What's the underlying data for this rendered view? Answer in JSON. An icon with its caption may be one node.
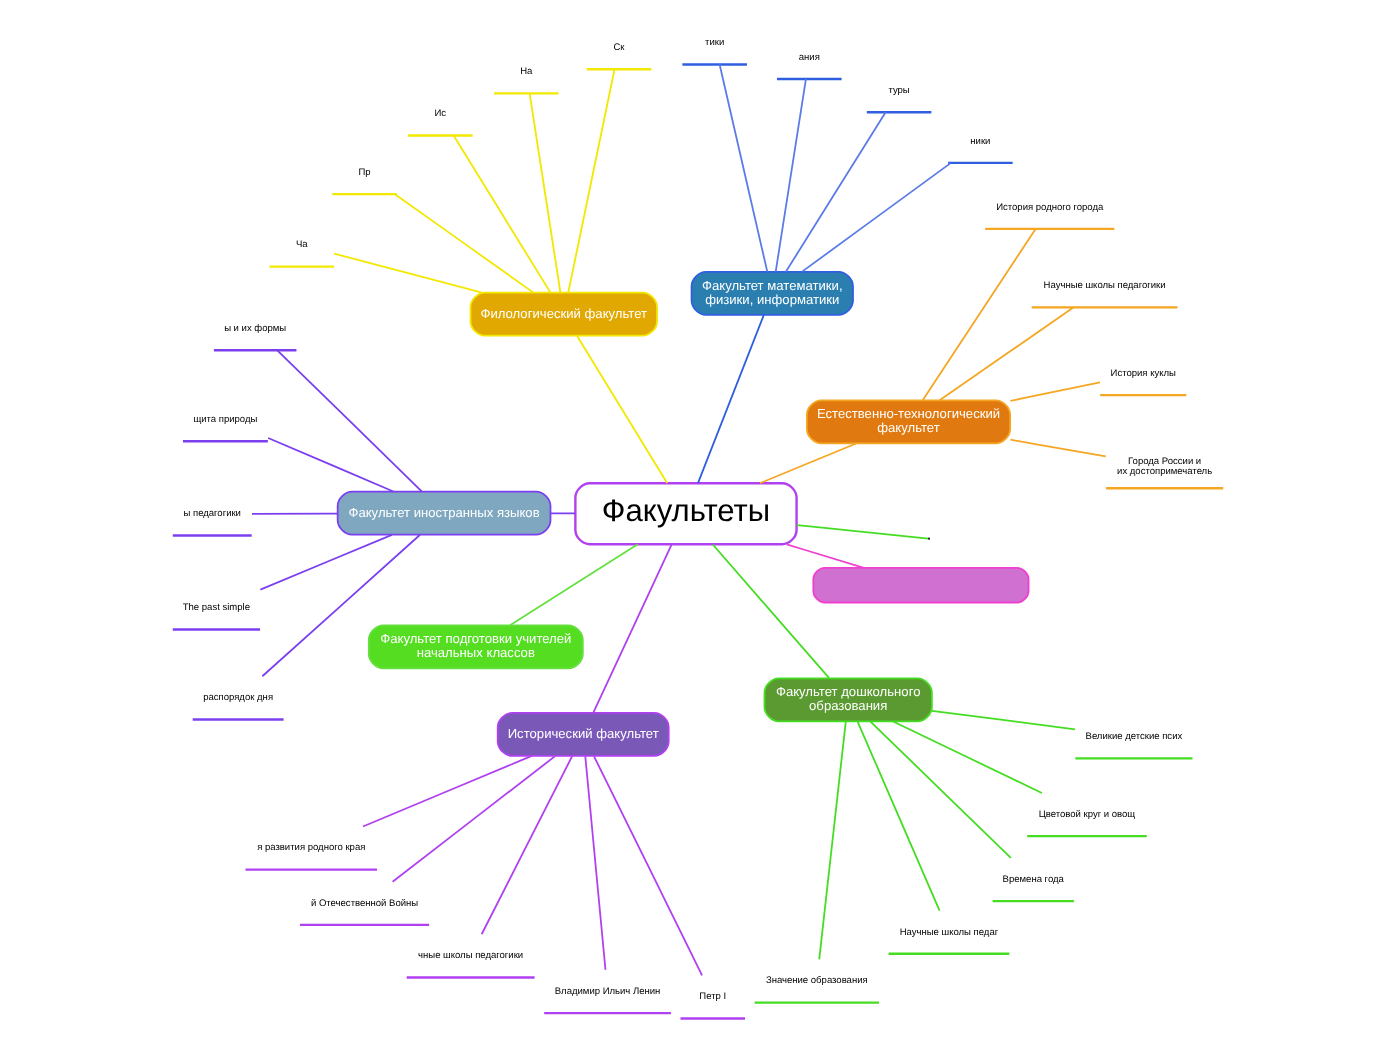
{
  "diagram": {
    "nodes": [
      {
        "text": [
          "Факультеты"
        ]
      },
      {
        "text": [
          "Естественно-технологический факультет"
        ]
      },
      {
        "text": [
          "Города России и их достопримечатель"
        ]
      },
      {
        "text": [
          "История куклы"
        ]
      },
      {
        "text": [
          "Научные школы педагогики"
        ]
      },
      {
        "text": [
          "История родного города"
        ]
      },
      {
        "text": [
          "Факультет математики, физики, информатики"
        ]
      },
      {
        "text": [
          "ники"
        ]
      },
      {
        "text": [
          "туры"
        ]
      },
      {
        "text": [
          "ания"
        ]
      },
      {
        "text": [
          "тики"
        ]
      },
      {
        "text": [
          "Филологический факультет"
        ]
      },
      {
        "text": [
          "Ск"
        ]
      },
      {
        "text": [
          "На"
        ]
      },
      {
        "text": [
          "Ис"
        ]
      },
      {
        "text": [
          "Пр"
        ]
      },
      {
        "text": [
          "Ча"
        ]
      },
      {
        "text": [
          "Факультет иностранных языков"
        ]
      },
      {
        "text": [
          "ы и их формы"
        ]
      },
      {
        "text": [
          "щита природы"
        ]
      },
      {
        "text": [
          "ы педагогики"
        ]
      },
      {
        "text": [
          "The past simple"
        ]
      },
      {
        "text": [
          "распорядок дня"
        ]
      },
      {
        "text": [
          "Факультет подготовки учителей начальных классов"
        ]
      },
      {
        "text": [
          "Исторический факультет"
        ]
      },
      {
        "text": [
          "я развития родного края"
        ]
      },
      {
        "text": [
          "й Отечественной Войны"
        ]
      },
      {
        "text": [
          "чные школы педагогики"
        ]
      },
      {
        "text": [
          "Владимир Ильич Ленин"
        ]
      },
      {
        "text": [
          "Петр I"
        ]
      },
      {
        "text": [
          "Факультет дошкольного образования"
        ]
      },
      {
        "text": [
          "Значение образования"
        ]
      },
      {
        "text": [
          "Научные школы педаг"
        ]
      },
      {
        "text": [
          "Времена года"
        ]
      },
      {
        "text": [
          "Цветовой круг и овощ"
        ]
      },
      {
        "text": [
          "Великие детские псих"
        ]
      },
      {
        "text": [],
        "shape": "box"
      }
    ],
    "edges": [
      {
        "from": 0,
        "to": 1,
        "arrow": "none",
        "color": "#f5a623"
      },
      {
        "from": 1,
        "to": 2,
        "arrow": "none",
        "color": "#f5a623"
      },
      {
        "from": 1,
        "to": 3,
        "arrow": "none",
        "color": "#f5a623"
      },
      {
        "from": 1,
        "to": 4,
        "arrow": "none",
        "color": "#f5a623"
      },
      {
        "from": 1,
        "to": 5,
        "arrow": "none",
        "color": "#f5a623"
      },
      {
        "from": 0,
        "to": 6,
        "arrow": "none",
        "color": "#2f5fe0"
      },
      {
        "from": 6,
        "to": 7,
        "arrow": "none",
        "color": "#5b7be8"
      },
      {
        "from": 6,
        "to": 8,
        "arrow": "none",
        "color": "#5b7be8"
      },
      {
        "from": 6,
        "to": 9,
        "arrow": "none",
        "color": "#5b7be8"
      },
      {
        "from": 6,
        "to": 10,
        "arrow": "none",
        "color": "#5b7be8"
      },
      {
        "from": 0,
        "to": 11,
        "arrow": "none",
        "color": "#f2e800"
      },
      {
        "from": 11,
        "to": 12,
        "arrow": "none",
        "color": "#f2e800"
      },
      {
        "from": 11,
        "to": 13,
        "arrow": "none",
        "color": "#f2e800"
      },
      {
        "from": 11,
        "to": 14,
        "arrow": "none",
        "color": "#f2e800"
      },
      {
        "from": 11,
        "to": 15,
        "arrow": "none",
        "color": "#f2e800"
      },
      {
        "from": 11,
        "to": 16,
        "arrow": "none",
        "color": "#f2e800"
      },
      {
        "from": 0,
        "to": 17,
        "arrow": "none",
        "color": "#7b3ff0"
      },
      {
        "from": 17,
        "to": 18,
        "arrow": "none",
        "color": "#7b3ff0"
      },
      {
        "from": 17,
        "to": 19,
        "arrow": "none",
        "color": "#7b3ff0"
      },
      {
        "from": 17,
        "to": 20,
        "arrow": "none",
        "color": "#7b3ff0"
      },
      {
        "from": 17,
        "to": 21,
        "arrow": "none",
        "color": "#7b3ff0"
      },
      {
        "from": 17,
        "to": 22,
        "arrow": "none",
        "color": "#7b3ff0"
      },
      {
        "from": 0,
        "to": 23,
        "arrow": "none",
        "color": "#66e040"
      },
      {
        "from": 0,
        "to": 24,
        "arrow": "none",
        "color": "#b040f0"
      },
      {
        "from": 24,
        "to": 25,
        "arrow": "none",
        "color": "#b040f0"
      },
      {
        "from": 24,
        "to": 26,
        "arrow": "none",
        "color": "#b040f0"
      },
      {
        "from": 24,
        "to": 27,
        "arrow": "none",
        "color": "#b040f0"
      },
      {
        "from": 24,
        "to": 28,
        "arrow": "none",
        "color": "#b040f0"
      },
      {
        "from": 24,
        "to": 29,
        "arrow": "none",
        "color": "#b040f0"
      },
      {
        "from": 0,
        "to": 30,
        "arrow": "none",
        "color": "#44dd22"
      },
      {
        "from": 30,
        "to": 31,
        "arrow": "none",
        "color": "#44dd22"
      },
      {
        "from": 30,
        "to": 32,
        "arrow": "none",
        "color": "#44dd22"
      },
      {
        "from": 30,
        "to": 33,
        "arrow": "none",
        "color": "#44dd22"
      },
      {
        "from": 30,
        "to": 34,
        "arrow": "none",
        "color": "#44dd22"
      },
      {
        "from": 30,
        "to": 35,
        "arrow": "none",
        "color": "#44dd22"
      },
      {
        "from": 0,
        "to": 36,
        "arrow": "none",
        "color": "#f040d0"
      },
      {
        "from": 0,
        "to": null,
        "arrow": "none",
        "color": "#44dd22"
      }
    ]
  }
}
